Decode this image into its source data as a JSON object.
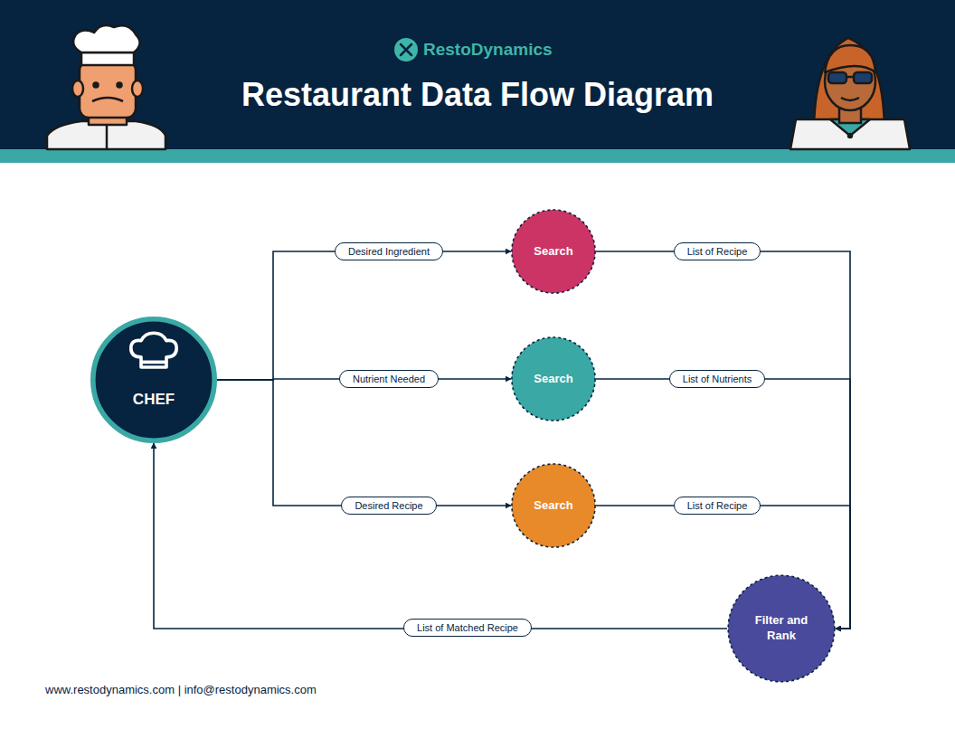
{
  "diagram": {
    "title": "Restaurant Data Flow Diagram",
    "nodes": [
      {
        "text": [
          "CHEF"
        ]
      },
      {
        "text": [
          "Search"
        ]
      },
      {
        "text": [
          "Search"
        ]
      },
      {
        "text": [
          "Search"
        ]
      },
      {
        "text": [
          "Filter and Rank"
        ]
      }
    ],
    "edges": [
      {
        "from": 0,
        "to": 1,
        "label": "Desired Ingredient",
        "arrow": "to"
      },
      {
        "from": 0,
        "to": 2,
        "label": "Nutrient Needed",
        "arrow": "to"
      },
      {
        "from": 0,
        "to": 3,
        "label": "Desired Recipe",
        "arrow": "to"
      },
      {
        "from": 1,
        "to": 4,
        "label": "List of Recipe",
        "arrow": "to"
      },
      {
        "from": 2,
        "to": 4,
        "label": "List of Nutrients",
        "arrow": "to"
      },
      {
        "from": 3,
        "to": 4,
        "label": "List of Recipe",
        "arrow": "to"
      },
      {
        "from": 4,
        "to": 0,
        "label": "List of Matched Recipe",
        "arrow": "to"
      }
    ],
    "labels": [
      "RestoDynamics",
      "www.restodynamics.com | info@restodynamics.com"
    ]
  }
}
